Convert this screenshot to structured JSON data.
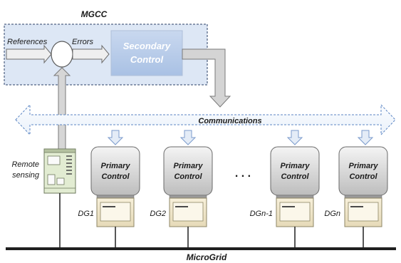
{
  "mgcc": {
    "title": "MGCC",
    "references_label": "References",
    "errors_label": "Errors",
    "secondary_control": [
      "Secondary",
      "Control"
    ]
  },
  "communications_label": "Communications",
  "remote_sensing": [
    "Remote",
    "sensing"
  ],
  "ellipsis": ". . .",
  "bus_label": "MicroGrid",
  "units": [
    {
      "primary": [
        "Primary",
        "Control"
      ],
      "dg": "DG1"
    },
    {
      "primary": [
        "Primary",
        "Control"
      ],
      "dg": "DG2"
    },
    {
      "primary": [
        "Primary",
        "Control"
      ],
      "dg": "DGn-1"
    },
    {
      "primary": [
        "Primary",
        "Control"
      ],
      "dg": "DGn"
    }
  ]
}
